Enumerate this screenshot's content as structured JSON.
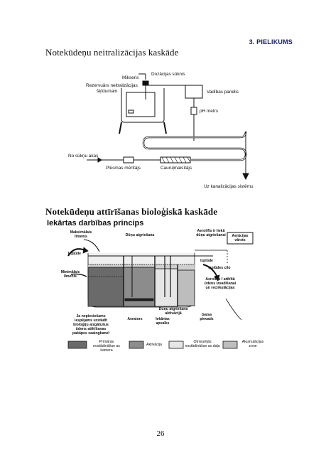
{
  "appendix": "3. PIELIKUMS",
  "section1": {
    "title": "Notekūdeņu neitralizācijas kaskāde",
    "labels": {
      "mixer": "Mikseris",
      "dosing": "Dozācijas sūknis",
      "reserve1": "Rezervuārs neitralizācijas",
      "reserve2": "šķīdumam",
      "control": "Vadības panelis",
      "ph": "pH metrs",
      "from_pump": "No sūkņu akas",
      "flowmeter": "Plūsmas mērītājs",
      "pipe_mixer": "Cauruļmaisītājs",
      "sewer": "Uz kanalizācijas sistēmu"
    }
  },
  "section2": {
    "title": "Notekūdeņu attīrīšanas bioloģiskā kaskāde",
    "subtitle": "Iekārtas darbības princips",
    "labels": {
      "max_level": "Maksimālais līmenis",
      "sludge_drain": "Dūņu atgriešana",
      "airlift": "Aerolifts ir liekā dūņu atgriešanai",
      "aeration_valve": "Aerācijas vārsts",
      "inlet": "Iepļūde",
      "outlet": "Izplūde",
      "outlet_tube": "Izplūdes cilo",
      "min_level": "Minimālais līmenis",
      "airlift2": "Aerolifts ī attīrītā ūdens izvadīšanai un recirkulācijas",
      "sludge_act": "Dūņu atgriešana aktivācijā",
      "note": "Ja nepieciešams iespējams uzstādīt bioloģiju aizgātušus ūdens attīrīšanas pakāpes saaingkaneī",
      "aerator": "Aerators",
      "cover": "Iekārtas apvalks",
      "air": "Gaisa pievads"
    },
    "legend": [
      {
        "label": "Primārās nostādināšan as kamera",
        "color": "#6a6a6a"
      },
      {
        "label": "Aktivācija",
        "color": "#8c8c8c"
      },
      {
        "label": "Otrreizējās nostādināšan as daļa",
        "color": "#e6e6e6"
      },
      {
        "label": "Akumulācijas zone",
        "color": "#bdbdbd"
      }
    ]
  },
  "page_number": "26"
}
